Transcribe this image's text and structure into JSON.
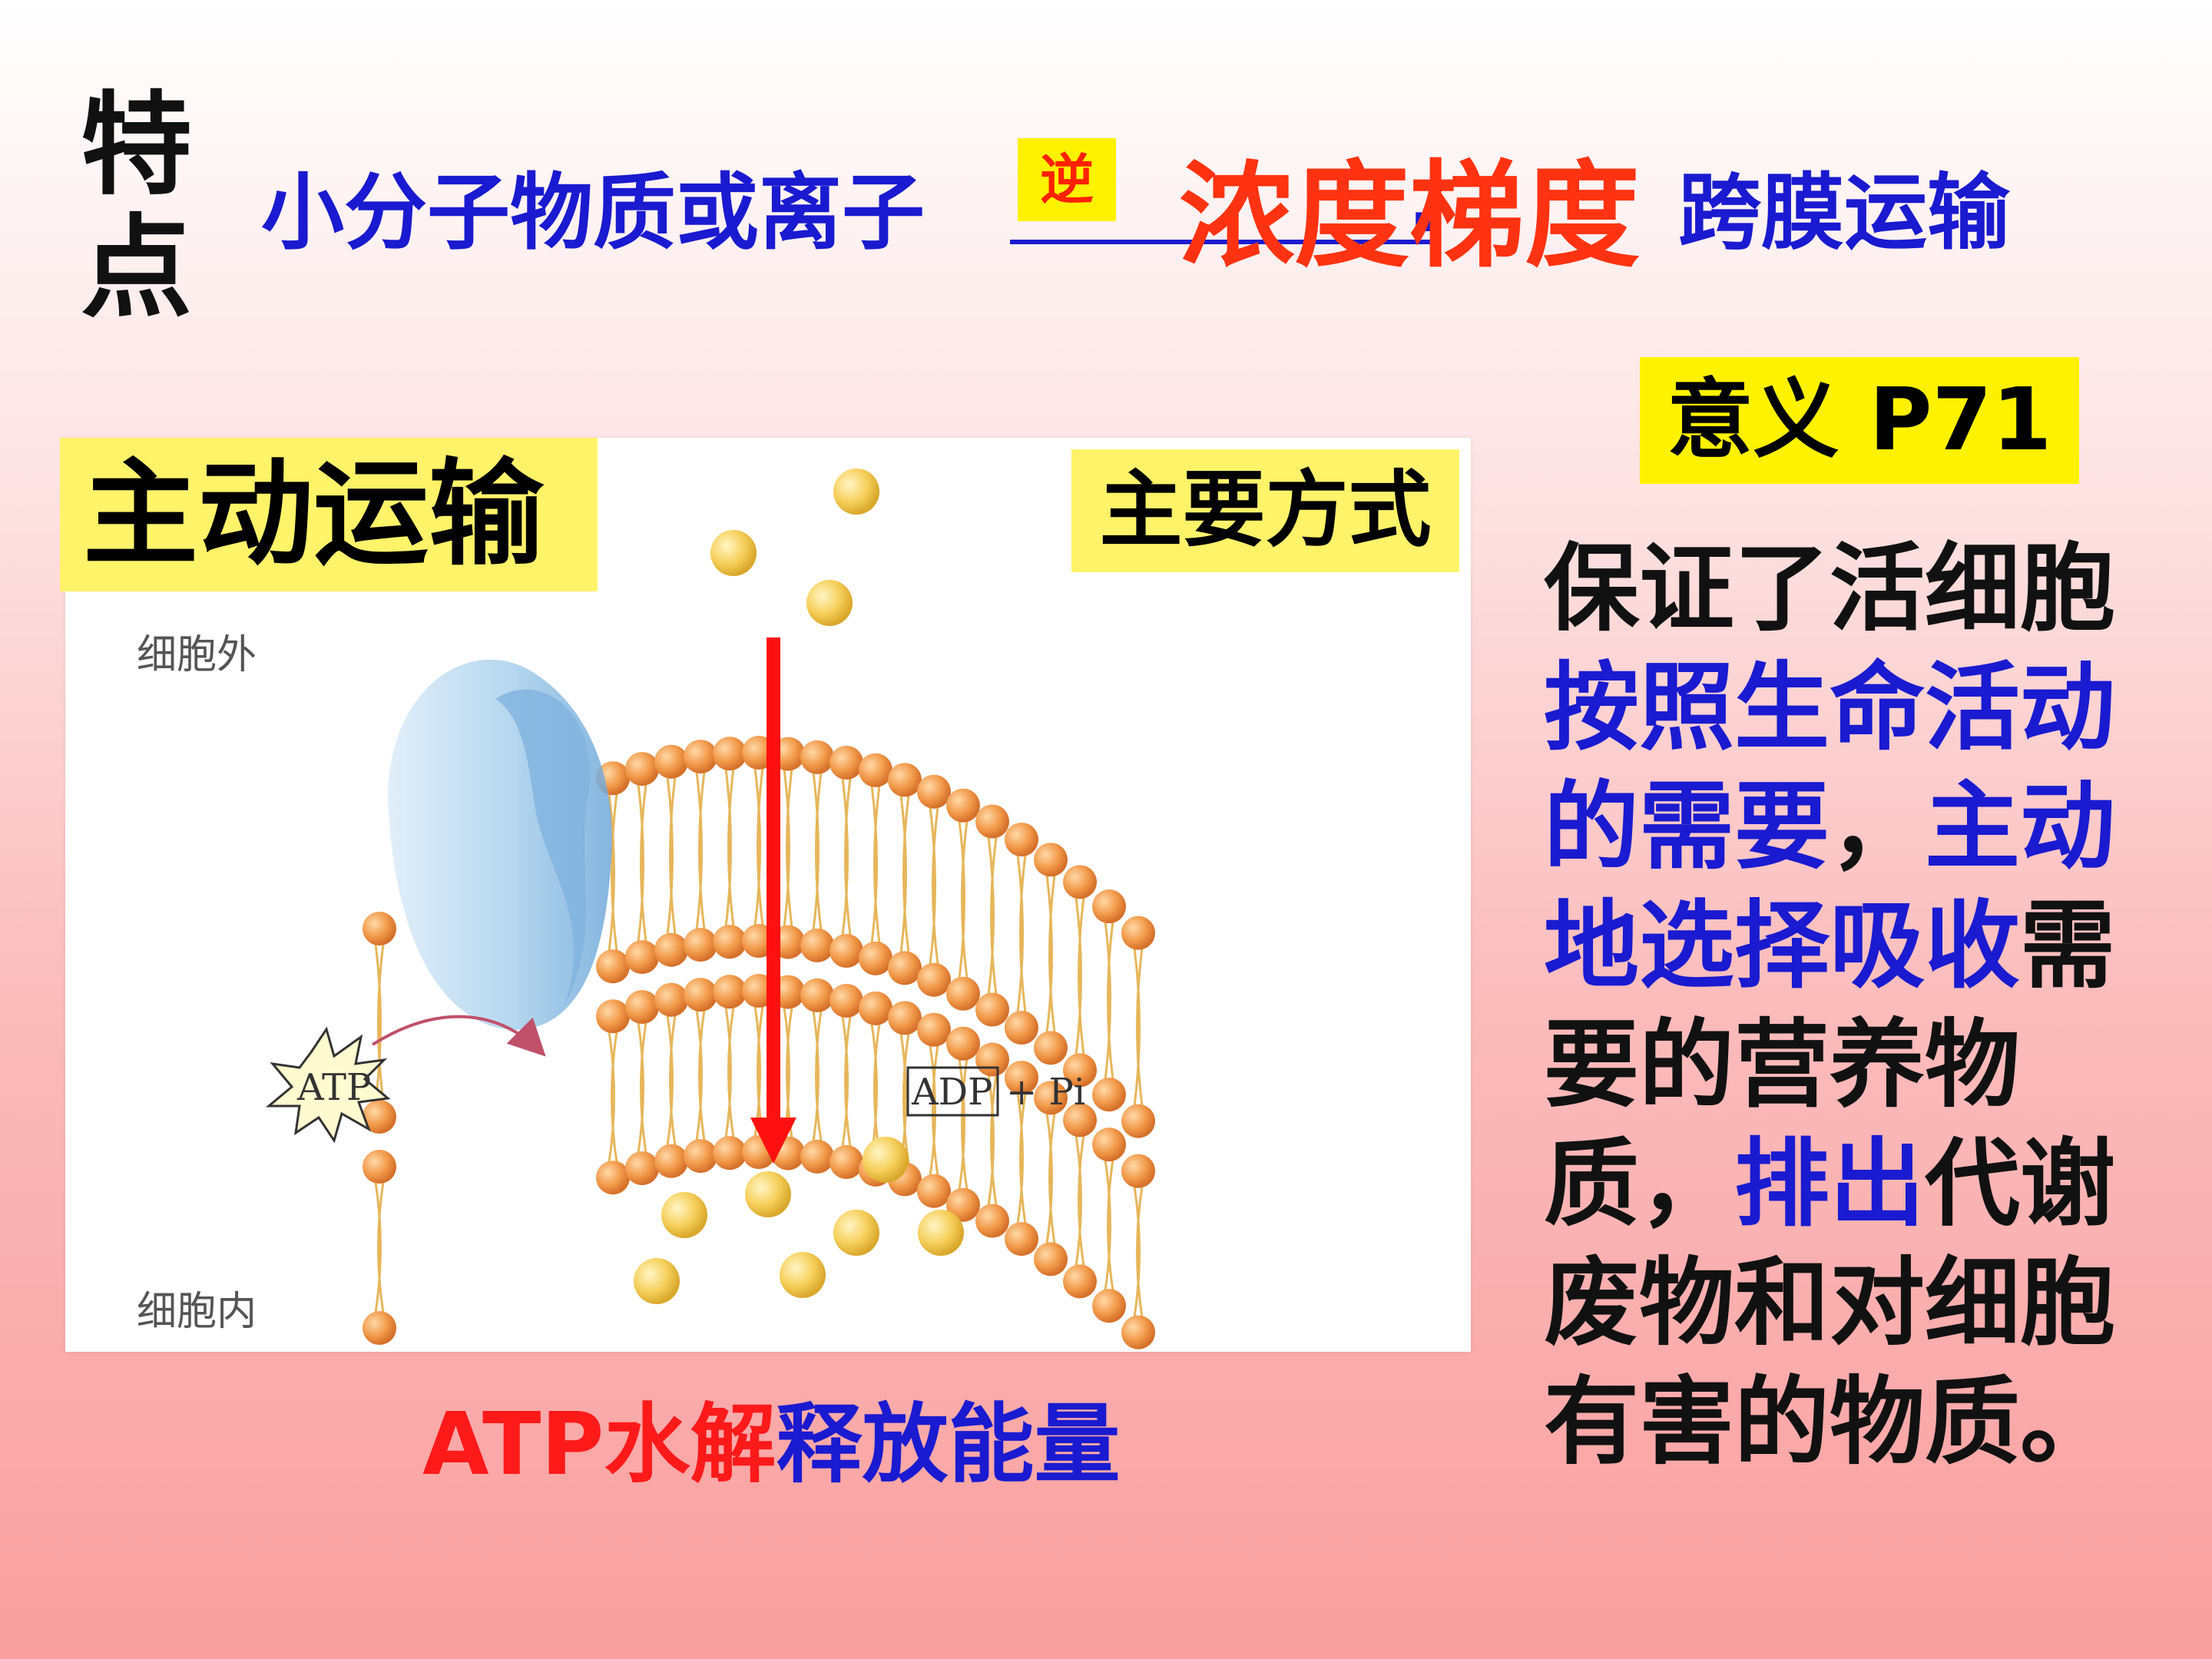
{
  "title": {
    "feature_label": "特点",
    "prefix": "小分子物质或离子",
    "reverse_badge": "逆",
    "blank_dots": ".",
    "gradient": "浓度梯度",
    "suffix": "跨膜运输"
  },
  "diagram": {
    "main_label": "主动运输",
    "mode_label": "主要方式",
    "outside_label": "细胞外",
    "inside_label": "细胞内",
    "atp_label": "ATP",
    "adp_label": "ADP",
    "pi_label": "+ Pi"
  },
  "caption": {
    "red_part": "ATP水解",
    "blue_part": "释放能量"
  },
  "meaning": {
    "badge": "意义   P71",
    "segments": [
      {
        "text": "保证了活细胞",
        "color": "black"
      },
      {
        "text": "按照生命活动的需要",
        "color": "blue"
      },
      {
        "text": "，",
        "color": "black"
      },
      {
        "text": "主动地选择吸收",
        "color": "blue"
      },
      {
        "text": "需要的营养物质，",
        "color": "black"
      },
      {
        "text": "排出",
        "color": "blue"
      },
      {
        "text": "代谢废物和对细胞有害的物质。",
        "color": "black"
      }
    ]
  },
  "colors": {
    "blue": "#1a1ad0",
    "red": "#ff1a1a",
    "orange_red": "#ff3311",
    "yellow": "#fff200",
    "lipid_head": "#f29a4a",
    "particle": "#f6cf5a",
    "protein": "#a9d0ec"
  }
}
